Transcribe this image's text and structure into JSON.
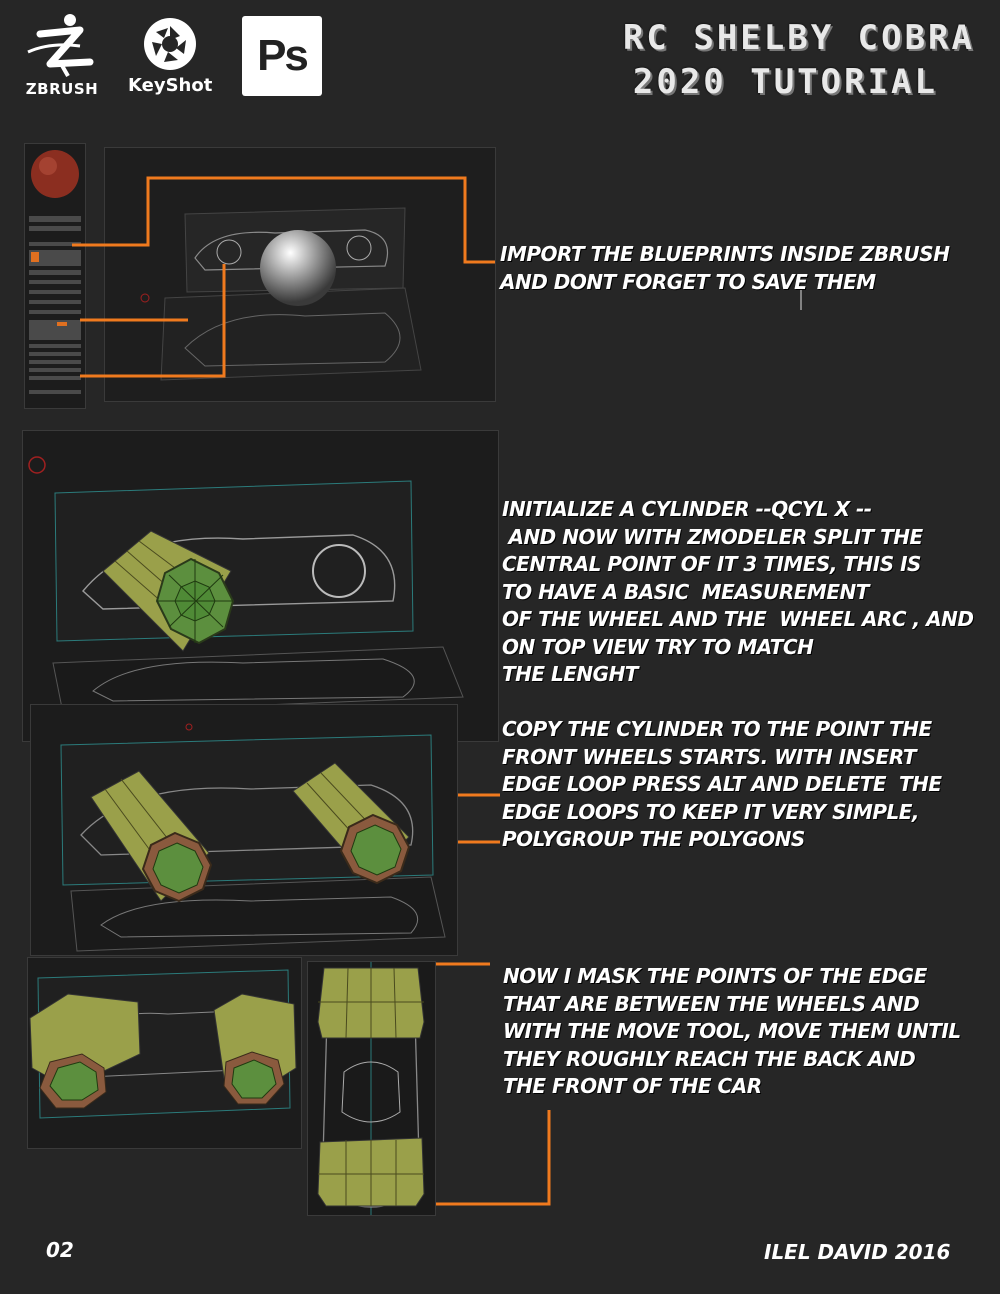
{
  "logos": {
    "zbrush": "ZBRUSH",
    "keyshot": "KeyShot",
    "photoshop": "Ps"
  },
  "title": {
    "line1": "RC SHELBY COBRA",
    "line2": "2020 TUTORIAL"
  },
  "steps": [
    {
      "text": "IMPORT THE BLUEPRINTS INSIDE ZBRUSH\nAND DONT FORGET TO SAVE THEM"
    },
    {
      "text": "INITIALIZE A CYLINDER --QCYL X --\n AND NOW WITH ZMODELER SPLIT THE\nCENTRAL POINT OF IT 3 TIMES, THIS IS\nTO HAVE A BASIC  MEASUREMENT\nOF THE WHEEL AND THE  WHEEL ARC , AND\nON TOP VIEW TRY TO MATCH\nTHE LENGHT"
    },
    {
      "text": "COPY THE CYLINDER TO THE POINT THE\nFRONT WHEELS STARTS. WITH INSERT\nEDGE LOOP PRESS ALT AND DELETE  THE\nEDGE LOOPS TO KEEP IT VERY SIMPLE,\nPOLYGROUP THE POLYGONS"
    },
    {
      "text": "NOW I MASK THE POINTS OF THE EDGE\nTHAT ARE BETWEEN THE WHEELS AND\nWITH THE MOVE TOOL, MOVE THEM UNTIL\nTHEY ROUGHLY REACH THE BACK AND\nTHE FRONT OF THE CAR"
    }
  ],
  "footer": {
    "page_number": "02",
    "author": "ILEL DAVID  2016"
  },
  "colors": {
    "background": "#262626",
    "accent": "#f07a1e",
    "cylinder": "#9aa04a",
    "polygroup": "#5c8f3e"
  }
}
